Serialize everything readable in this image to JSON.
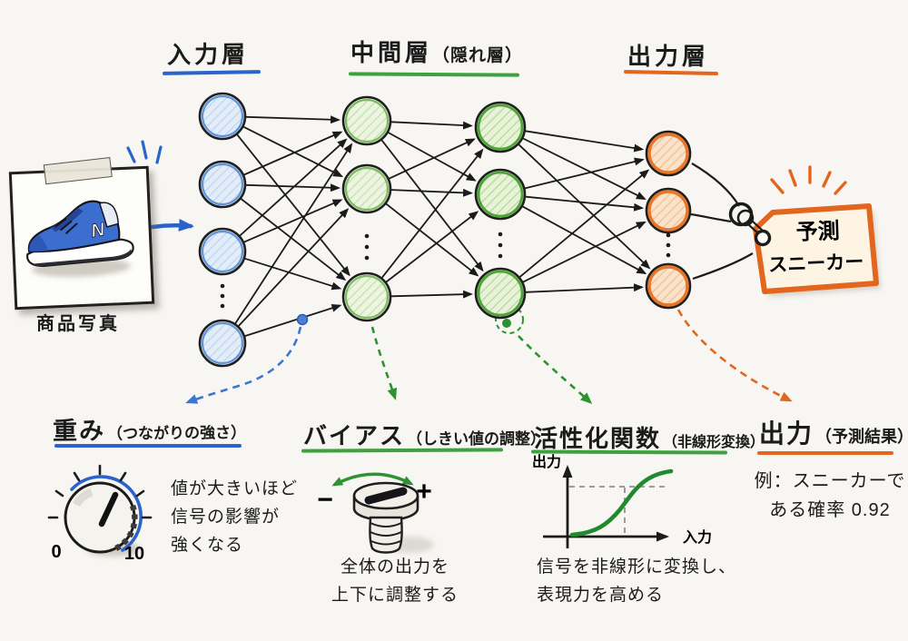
{
  "headers": {
    "input": "入力層",
    "hidden": "中間層",
    "hidden_sub": "（隠れ層）",
    "output": "出力層"
  },
  "photo": {
    "label": "商品写真",
    "logo": "N"
  },
  "tag": {
    "line1": "予測",
    "line2": "スニーカー"
  },
  "sections": {
    "weight": {
      "title": "重み",
      "subtitle": "（つながりの強さ）",
      "knob_min": "0",
      "knob_max": "10",
      "desc1": "値が大きいほど",
      "desc2": "信号の影響が",
      "desc3": "強くなる"
    },
    "bias": {
      "title": "バイアス",
      "subtitle": "（しきい値の調整）",
      "minus": "−",
      "plus": "+",
      "desc1": "全体の出力を",
      "desc2": "上下に調整する"
    },
    "activation": {
      "title": "活性化関数",
      "subtitle": "（非線形変換）",
      "axis_y": "出力",
      "axis_x": "入力",
      "desc1": "信号を非線形に変換し、",
      "desc2": "表現力を高める"
    },
    "output": {
      "title": "出力",
      "subtitle": "（予測結果）",
      "desc1": "例：スニーカーで",
      "desc2": "ある確率 0.92"
    }
  },
  "colors": {
    "blue": "#2a63cc",
    "green": "#3da23d",
    "orange": "#e2661e",
    "ink": "#1b1b1b",
    "node_blue": "#e3edf9",
    "node_green_light": "#ecf5e0",
    "node_green": "#e7f2d7",
    "node_orange": "#fae3cb",
    "paper": "#f8f6f2"
  }
}
